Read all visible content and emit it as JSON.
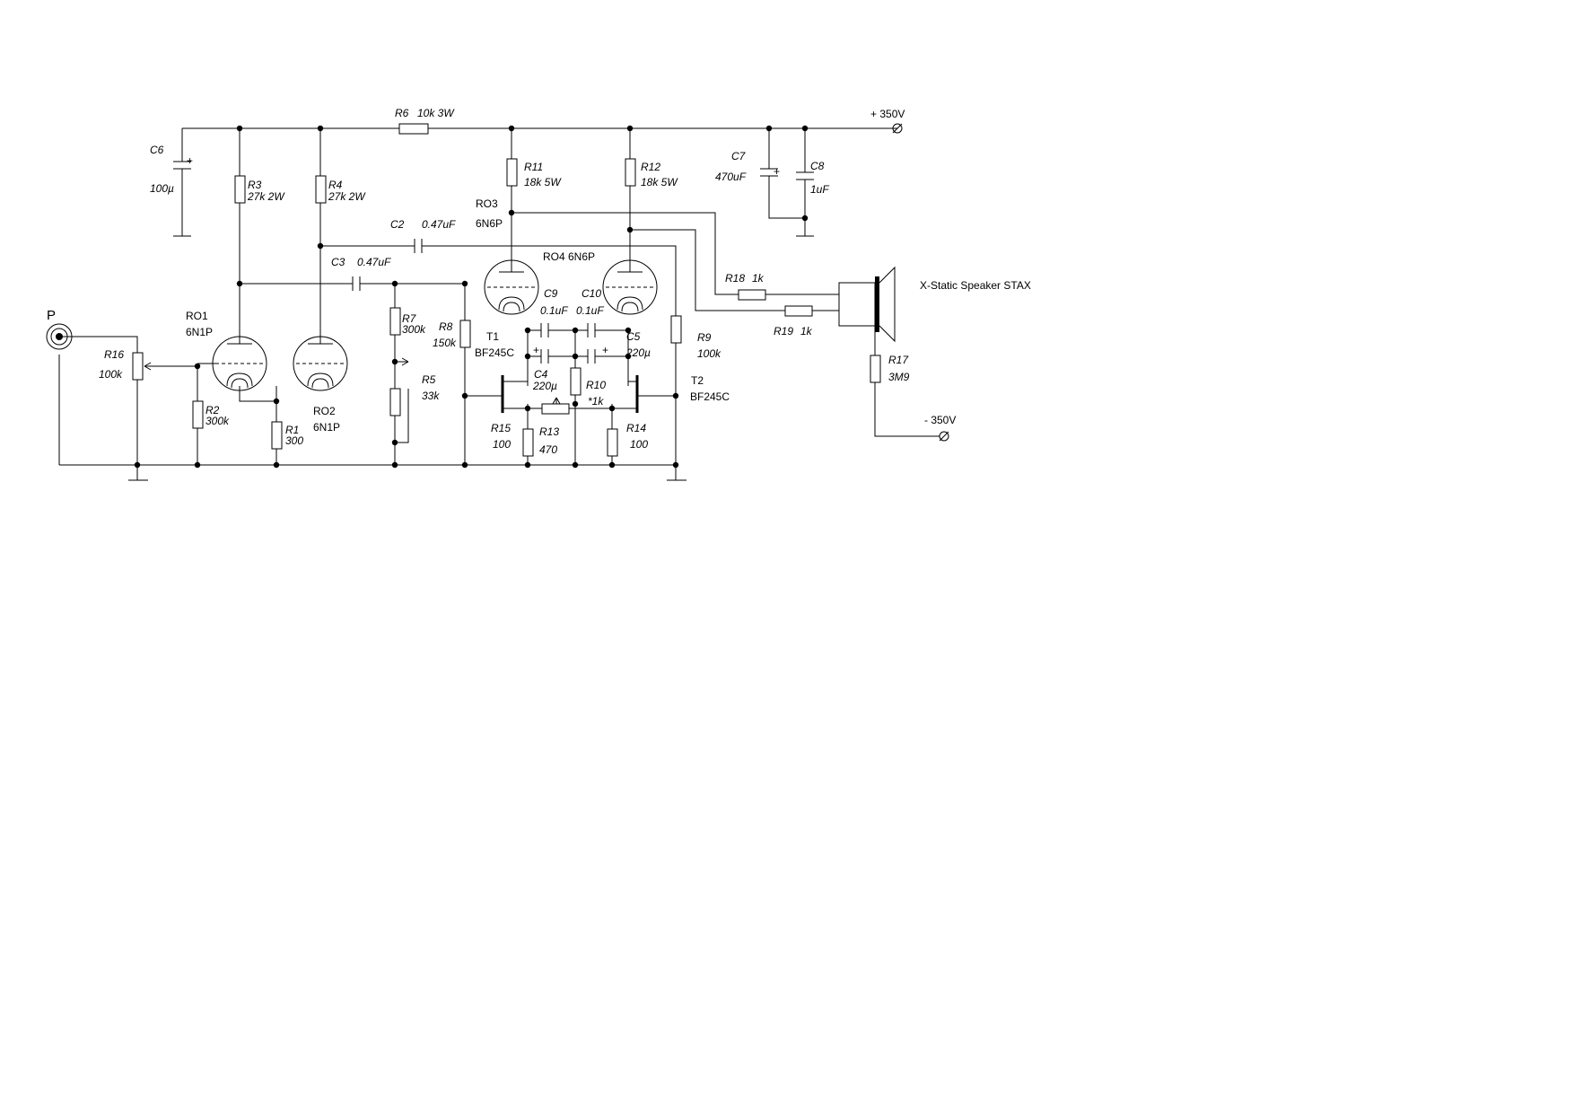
{
  "labels": {
    "c6": "C6",
    "c6_val": "100µ",
    "r3": "R3",
    "r3_val": "27k 2W",
    "r4": "R4",
    "r4_val": "27k 2W",
    "r6": "R6",
    "r6_val": "10k 3W",
    "r11": "R11",
    "r11_val": "18k 5W",
    "r12": "R12",
    "r12_val": "18k 5W",
    "c7": "C7",
    "c7_val": "470uF",
    "c8": "C8",
    "c8_val": "1uF",
    "plus350": "+ 350V",
    "ro3": "RO3",
    "ro3_type": "6N6P",
    "ro4": "RO4 6N6P",
    "c2": "C2",
    "c2_val": "0.47uF",
    "c3": "C3",
    "c3_val": "0.47uF",
    "speaker": "X-Static Speaker STAX",
    "r18": "R18",
    "r18_val": "1k",
    "r19": "R19",
    "r19_val": "1k",
    "r17": "R17",
    "r17_val": "3M9",
    "minus350": "- 350V",
    "p": "P",
    "ro1": "RO1",
    "ro1_type": "6N1P",
    "ro2": "RO2",
    "ro2_type": "6N1P",
    "r16": "R16",
    "r16_val": "100k",
    "r2": "R2",
    "r2_val": "300k",
    "r1": "R1",
    "r1_val": "300",
    "r7": "R7",
    "r7_val": "300k",
    "r5": "R5",
    "r5_val": "33k",
    "r8": "R8",
    "r8_val": "150k",
    "t1": "T1",
    "t1_type": "BF245C",
    "t2": "T2",
    "t2_type": "BF245C",
    "c9": "C9",
    "c9_val": "0.1uF",
    "c10": "C10",
    "c10_val": "0.1uF",
    "c4": "C4",
    "c4_val": "220µ",
    "c5": "C5",
    "c5_val": "220µ",
    "r9": "R9",
    "r9_val": "100k",
    "r10": "R10",
    "r10_val": "*1k",
    "r13": "R13",
    "r13_val": "470",
    "r14": "R14",
    "r14_val": "100",
    "r15": "R15",
    "r15_val": "100",
    "plus_sign": "+"
  }
}
